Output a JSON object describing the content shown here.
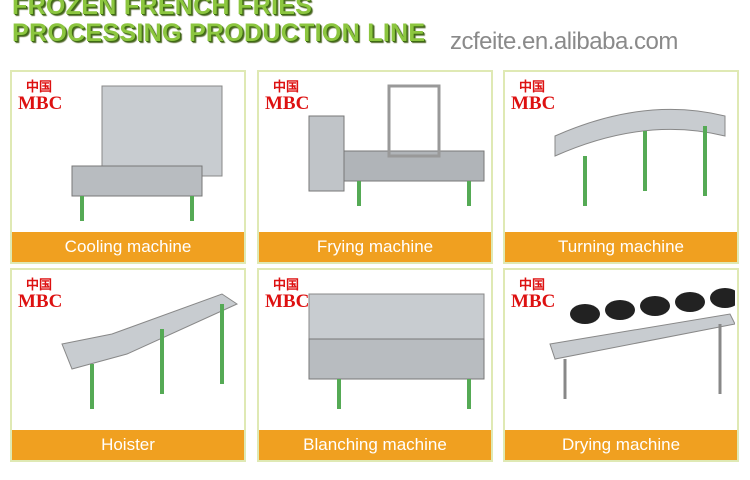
{
  "title": {
    "line1": "FROZEN FRENCH FRIES",
    "line2": "PROCESSING PRODUCTION LINE"
  },
  "brand": {
    "cn": "中国",
    "name": "MBC"
  },
  "watermark": "zcfeite.en.alibaba.com",
  "colors": {
    "title": "#8cc63f",
    "label_bar": "#f0a020",
    "border": "#dfe9b4",
    "logo": "#dd1111"
  },
  "machines": [
    {
      "label": "Cooling machine"
    },
    {
      "label": "Frying machine"
    },
    {
      "label": "Turning machine"
    },
    {
      "label": "Hoister"
    },
    {
      "label": "Blanching machine"
    },
    {
      "label": "Drying machine"
    }
  ]
}
